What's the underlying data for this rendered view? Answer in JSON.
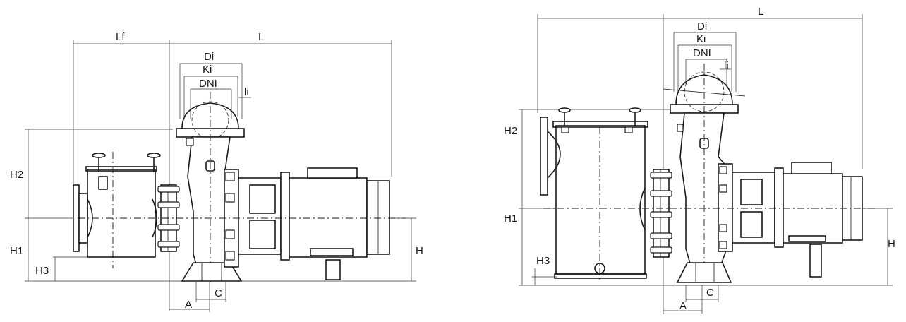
{
  "left_view": {
    "labels": {
      "lf": "Lf",
      "l": "L",
      "di": "Di",
      "ki": "Ki",
      "dni": "DNI",
      "li": "li",
      "h2": "H2",
      "h1": "H1",
      "h3": "H3",
      "h": "H",
      "a": "A",
      "c": "C"
    }
  },
  "right_view": {
    "labels": {
      "l": "L",
      "di": "Di",
      "ki": "Ki",
      "dni": "DNI",
      "li": "li",
      "h2": "H2",
      "h1": "H1",
      "h3": "H3",
      "h": "H",
      "a": "A",
      "c": "C"
    }
  },
  "colors": {
    "line": "#1a1a1a",
    "background": "#ffffff"
  }
}
